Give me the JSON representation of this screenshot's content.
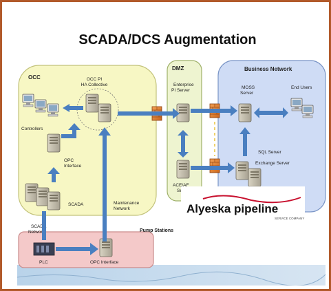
{
  "title": "SCADA/DCS Augmentation",
  "zones": {
    "occ": "OCC",
    "dmz": "DMZ",
    "business": "Business Network",
    "pump": "Pump Stations"
  },
  "labels": {
    "occ_pi_line1": "OCC PI",
    "occ_pi_line2": "HA Collective",
    "controllers": "Controllers",
    "opc_interface_line1": "OPC",
    "opc_interface_line2": "Interface",
    "scada": "SCADA",
    "maintenance_line1": "Maintenance",
    "maintenance_line2": "Network",
    "scada_network_line1": "SCADA",
    "scada_network_line2": "Network",
    "plc": "PLC",
    "opc_interface_pump": "OPC Interface",
    "enterprise_line1": "Enterprise",
    "enterprise_line2": "PI Server",
    "acaf_line1": "ACE/AF",
    "acaf_line2": "Ser",
    "moss_line1": "MOSS",
    "moss_line2": "Server",
    "end_users": "End Users",
    "sql_server": "SQL Server",
    "exchange_server": "Exchange Server"
  },
  "logo": {
    "name": "Alyeska pipeline",
    "tagline": "SERVICE COMPANY"
  },
  "colors": {
    "frame": "#b25a2b",
    "occ_fill": "#f7f7c4",
    "dmz_fill": "#eef4d0",
    "business_fill": "#cfdcf5",
    "pump_fill": "#f4c9c9",
    "arrow": "#4a7fc0",
    "firewall": "#e2842f",
    "logo_red": "#c8102e"
  }
}
